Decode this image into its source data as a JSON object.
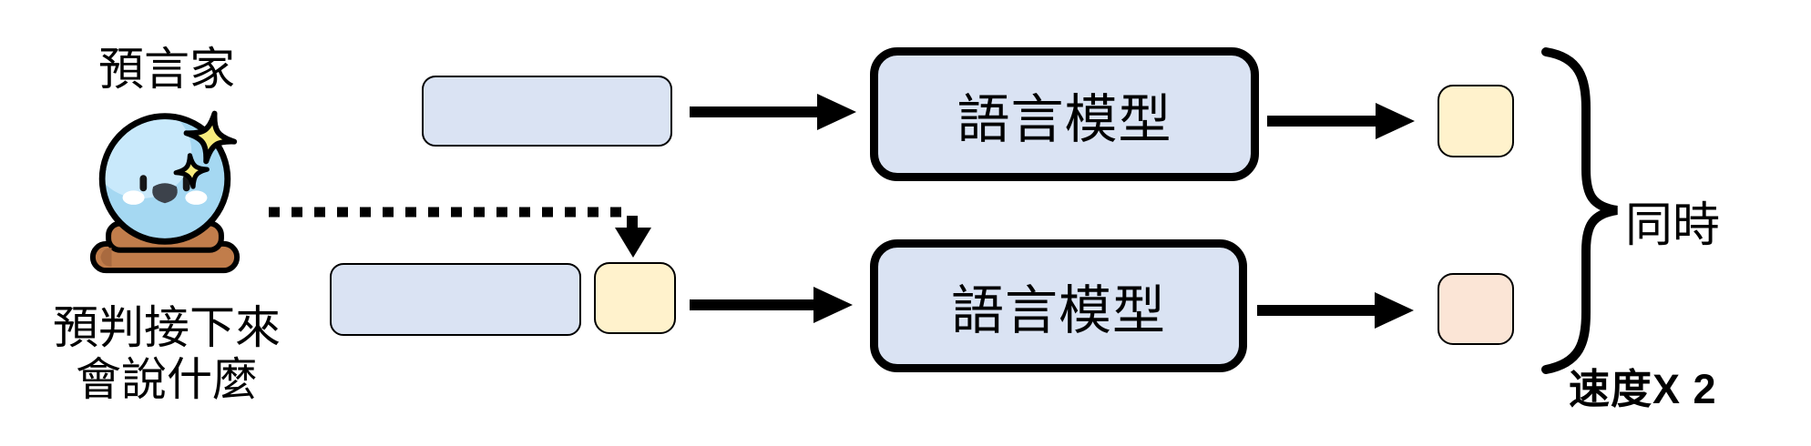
{
  "labels": {
    "prophet": "預言家",
    "caption_line1": "預判接下來",
    "caption_line2": "會說什麼",
    "model": "語言模型",
    "simultaneous": "同時",
    "speed": "速度X 2"
  },
  "icons": {
    "crystal_ball": "crystal-ball-icon",
    "dotted_prediction_arrow": "dotted-arrow-down-icon",
    "solid_arrows": "right-arrow-icon",
    "brace": "curly-brace-icon"
  },
  "colors": {
    "background": "#ffffff",
    "ink": "#000000",
    "prompt_box_fill": "#dae3f3",
    "model_box_fill": "#dae3f3",
    "token_cream_fill": "#fff2cc",
    "token_peach_fill": "#fbe5d6",
    "ball_blue": "#a5d8f2",
    "ball_highlight": "#c9e9fb",
    "sparkle_yellow": "#f7ec7d",
    "base_brown": "#c17d4b",
    "base_brown_shadow": "#a96a3f",
    "face_dark": "#3c424b"
  }
}
